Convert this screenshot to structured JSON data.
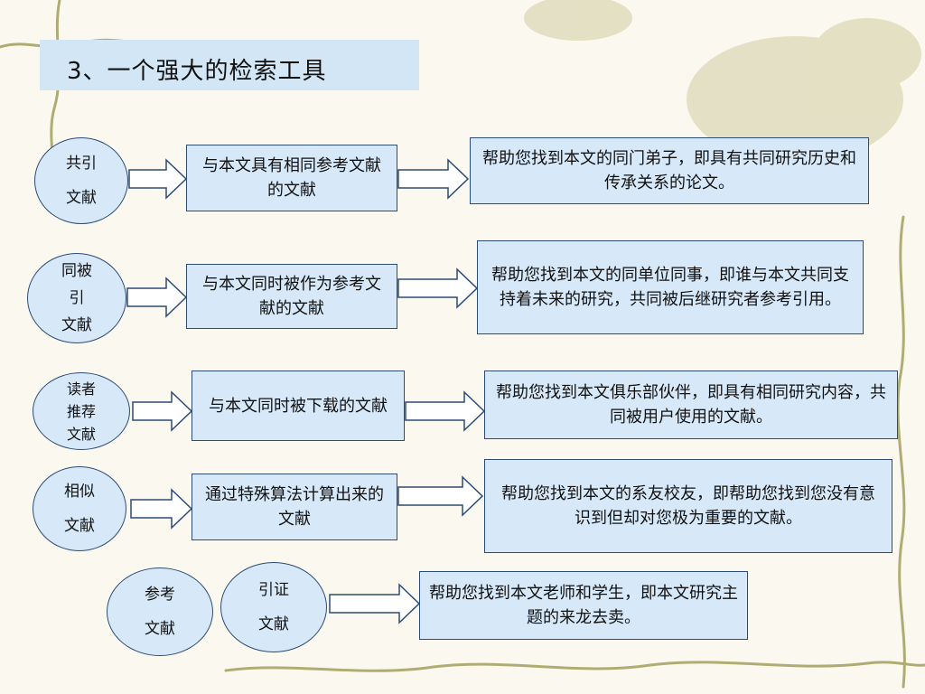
{
  "title": "3、一个强大的检索工具",
  "rows": [
    {
      "circle_lines": [
        "共引",
        "文献"
      ],
      "middle": "与本文具有相同参考文献的文献",
      "result": "帮助您找到本文的同门弟子，即具有共同研究历史和传承关系的论文。"
    },
    {
      "circle_lines": [
        "同被",
        "引",
        "文献"
      ],
      "middle": "与本文同时被作为参考文献的文献",
      "result": "帮助您找到本文的同单位同事，即谁与本文共同支持着未来的研究，共同被后继研究者参考引用。"
    },
    {
      "circle_lines": [
        "读者",
        "推荐",
        "文献"
      ],
      "middle": "与本文同时被下载的文献",
      "result": "帮助您找到本文俱乐部伙伴，即具有相同研究内容，共同被用户使用的文献。"
    },
    {
      "circle_lines": [
        "相似",
        "文献"
      ],
      "middle": "通过特殊算法计算出来的文献",
      "result": "帮助您找到本文的系友校友，即帮助您找到您没有意识到但却对您极为重要的文献。"
    }
  ],
  "last_row": {
    "circle1_lines": [
      "参考",
      "文献"
    ],
    "circle2_lines": [
      "引证",
      "文献"
    ],
    "result": "帮助您找到本文老师和学生，即本文研究主题的来龙去卖。"
  },
  "colors": {
    "node_fill": "#d7e9f9",
    "node_border": "#2c4b75",
    "title_fill": "#d3e6f6",
    "arrow_fill": "#ffffff"
  }
}
